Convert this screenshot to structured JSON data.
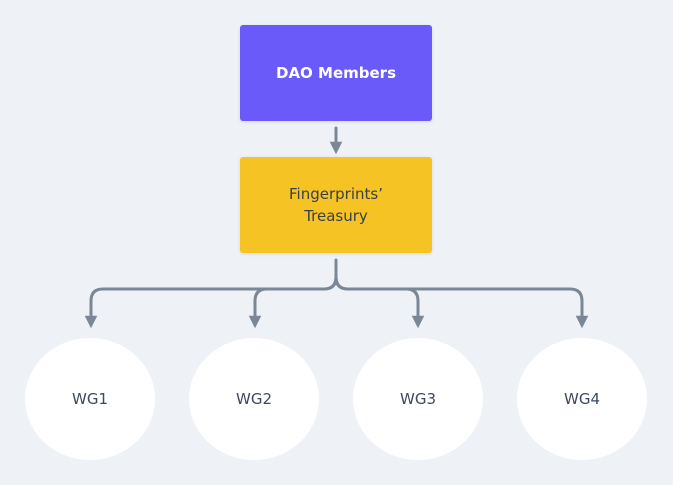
{
  "diagram": {
    "top_node": {
      "label": "DAO Members"
    },
    "treasury_node": {
      "label": "Fingerprints’ Treasury"
    },
    "working_groups": [
      {
        "label": "WG1"
      },
      {
        "label": "WG2"
      },
      {
        "label": "WG3"
      },
      {
        "label": "WG4"
      }
    ]
  },
  "colors": {
    "background": "#eef2f6",
    "members_box": "#6a5af9",
    "treasury_box": "#f6c324",
    "connector": "#7a8797",
    "circle": "#ffffff"
  },
  "icons": {
    "arrow": "arrow-down-icon"
  }
}
